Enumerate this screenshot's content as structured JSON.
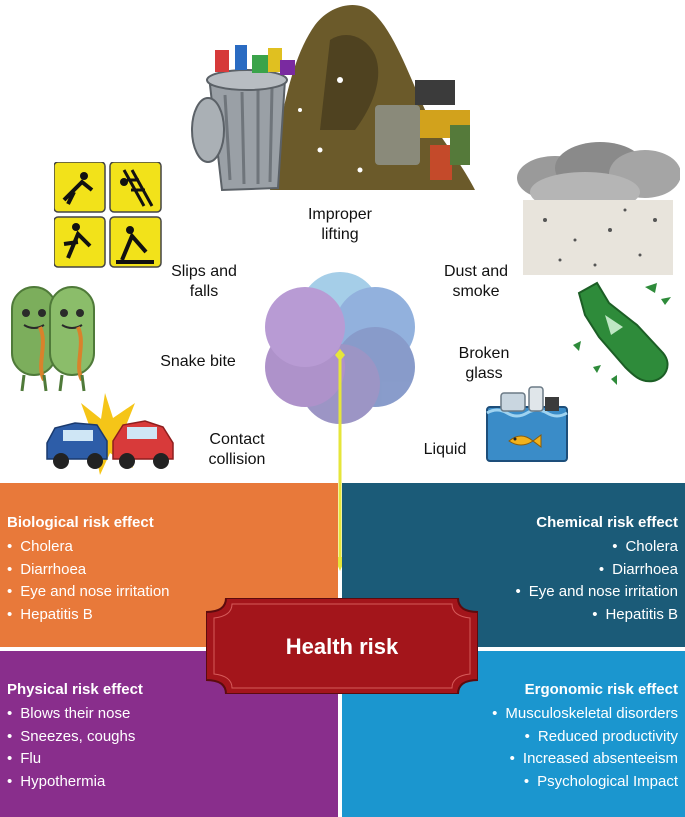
{
  "top": {
    "improper_lifting": "Improper lifting",
    "slips_and_falls": "Slips and falls",
    "dust_and_smoke": "Dust and smoke",
    "snake_bite": "Snake bite",
    "broken_glass": "Broken glass",
    "contact_collision": "Contact collision",
    "liquid": "Liquid"
  },
  "center": {
    "label": "Health risk"
  },
  "quadrants": {
    "biological": {
      "title": "Biological risk effect",
      "items": [
        "Cholera",
        "Diarrhoea",
        "Eye and nose irritation",
        "Hepatitis B"
      ],
      "color": "#e8793a"
    },
    "chemical": {
      "title": "Chemical risk effect",
      "items": [
        "Cholera",
        "Diarrhoea",
        "Eye and nose irritation",
        "Hepatitis B"
      ],
      "color": "#1b5b78"
    },
    "physical": {
      "title": "Physical risk effect",
      "items": [
        "Blows their nose",
        "Sneezes, coughs",
        "Flu",
        "Hypothermia"
      ],
      "color": "#892e8c"
    },
    "ergonomic": {
      "title": "Ergonomic risk effect",
      "items": [
        "Musculoskeletal disorders",
        "Reduced productivity",
        "Increased absenteeism",
        "Psychological Impact"
      ],
      "color": "#1b96cf"
    }
  },
  "colors": {
    "badge": "#a3151b",
    "arrow": "#e6e63a"
  },
  "icons": [
    "trash-pile-icon",
    "warning-signs-icon",
    "smoke-icon",
    "bacteria-icon",
    "broken-bottle-icon",
    "car-crash-icon",
    "polluted-water-icon",
    "flower-diagram-icon"
  ]
}
